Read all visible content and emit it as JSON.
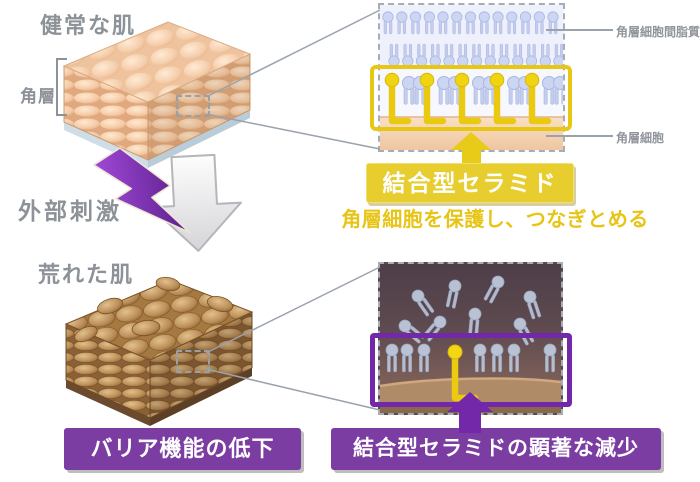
{
  "healthy": {
    "title": "健常な肌",
    "layer_label": "角層"
  },
  "magnified_healthy": {
    "label_intercellular_lipid": "角層細胞間脂質",
    "label_corneocyte": "角層細胞"
  },
  "ceramide": {
    "name": "結合型セラミド",
    "caption": "角層細胞を保護し、つなぎとめる"
  },
  "stimulus": {
    "label": "外部刺激"
  },
  "damaged": {
    "title": "荒れた肌"
  },
  "results": {
    "barrier": "バリア機能の低下",
    "ceramide_decrease": "結合型セラミドの顕著な減少"
  },
  "icons": {
    "lightning_icon": "lightning-bolt",
    "transition_arrow_icon": "big-down-arrow",
    "healthy_highlight_arrow_icon": "up-arrow-yellow",
    "damaged_highlight_arrow_icon": "up-arrow-purple"
  },
  "colors": {
    "accent_yellow": "#e7c714",
    "caption_yellow": "#e8c415",
    "highlight_purple": "#7228a8",
    "label_box_purple": "#7b3da2",
    "outlined_text_gray": "#8d9298",
    "healthy_skin_peach": "#f0c49e",
    "damaged_skin_brown": "#a87c4a",
    "lipid_blue": "#c9d2ef"
  }
}
